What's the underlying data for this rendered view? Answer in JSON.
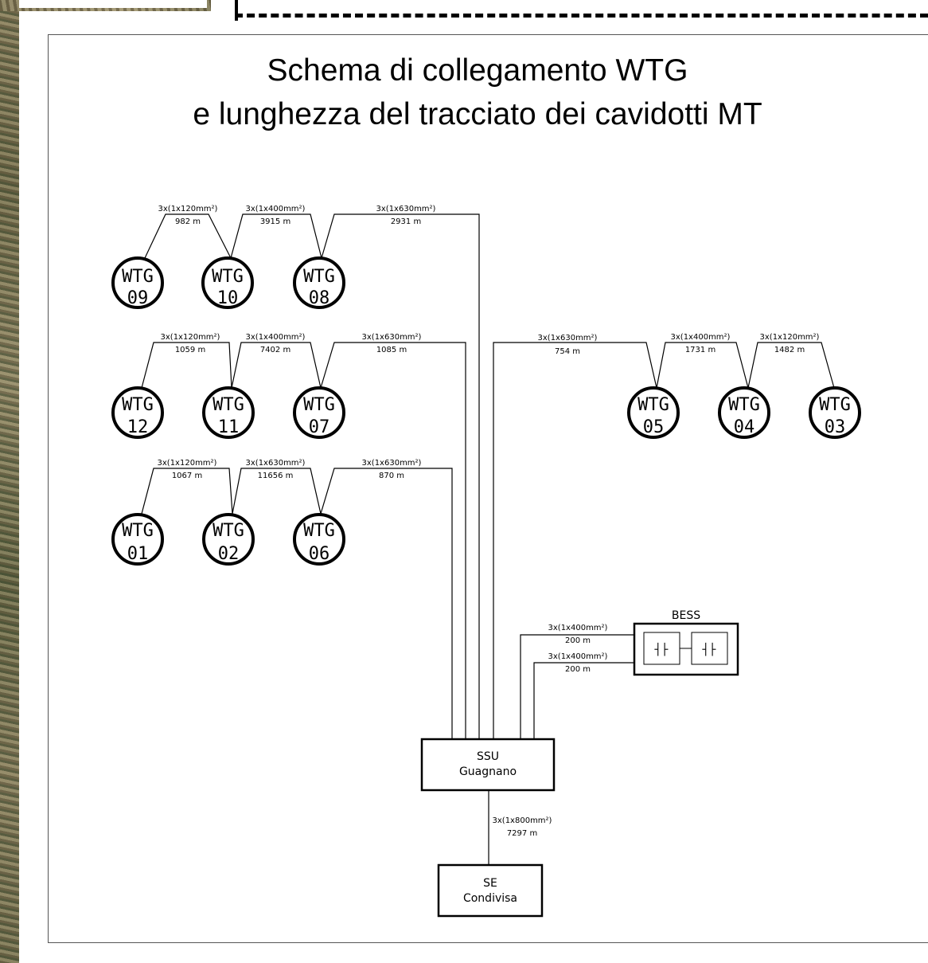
{
  "title": {
    "line1": "Schema di collegamento WTG",
    "line2": "e lunghezza del tracciato dei cavidotti MT"
  },
  "turbines": [
    {
      "line1": "WTG",
      "line2": "09"
    },
    {
      "line1": "WTG",
      "line2": "10"
    },
    {
      "line1": "WTG",
      "line2": "08"
    },
    {
      "line1": "WTG",
      "line2": "12"
    },
    {
      "line1": "WTG",
      "line2": "11"
    },
    {
      "line1": "WTG",
      "line2": "07"
    },
    {
      "line1": "WTG",
      "line2": "01"
    },
    {
      "line1": "WTG",
      "line2": "02"
    },
    {
      "line1": "WTG",
      "line2": "06"
    },
    {
      "line1": "WTG",
      "line2": "05"
    },
    {
      "line1": "WTG",
      "line2": "04"
    },
    {
      "line1": "WTG",
      "line2": "03"
    }
  ],
  "cables": [
    {
      "section": "3x(1x120mm²)",
      "length": "982 m"
    },
    {
      "section": "3x(1x400mm²)",
      "length": "3915 m"
    },
    {
      "section": "3x(1x630mm²)",
      "length": "2931 m"
    },
    {
      "section": "3x(1x120mm²)",
      "length": "1059 m"
    },
    {
      "section": "3x(1x400mm²)",
      "length": "7402 m"
    },
    {
      "section": "3x(1x630mm²)",
      "length": "1085 m"
    },
    {
      "section": "3x(1x120mm²)",
      "length": "1067 m"
    },
    {
      "section": "3x(1x630mm²)",
      "length": "11656 m"
    },
    {
      "section": "3x(1x630mm²)",
      "length": "870 m"
    },
    {
      "section": "3x(1x630mm²)",
      "length": "754 m"
    },
    {
      "section": "3x(1x400mm²)",
      "length": "1731 m"
    },
    {
      "section": "3x(1x120mm²)",
      "length": "1482 m"
    },
    {
      "section": "3x(1x400mm²)",
      "length": "200 m"
    },
    {
      "section": "3x(1x400mm²)",
      "length": "200 m"
    },
    {
      "section": "3x(1x800mm²)",
      "length": "7297 m"
    }
  ],
  "bess": {
    "label": "BESS",
    "cell_symbol": "┤├"
  },
  "ssu": {
    "line1": "SSU",
    "line2": "Guagnano"
  },
  "se": {
    "line1": "SE",
    "line2": "Condivisa"
  }
}
